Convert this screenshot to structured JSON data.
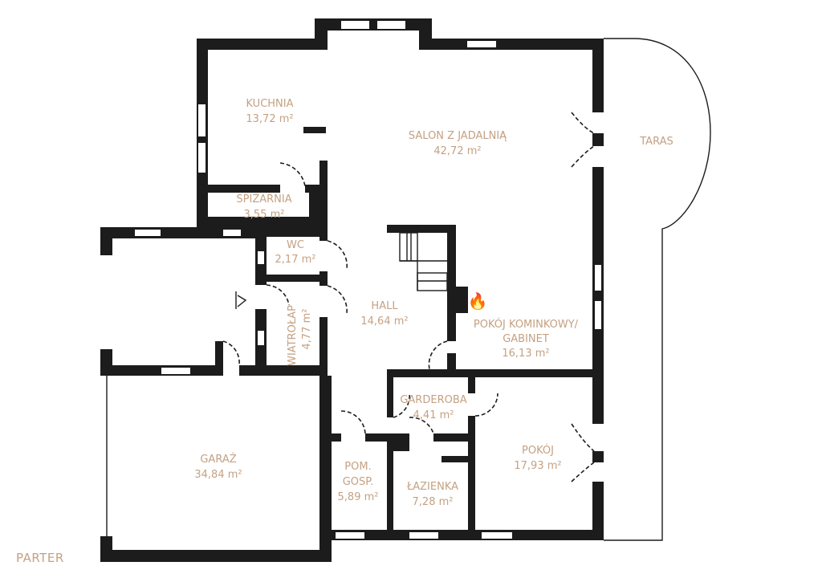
{
  "plan": {
    "title": "PARTER",
    "colors": {
      "walls": "#1c1c1c",
      "labels": "#c4a182"
    },
    "rooms": [
      {
        "name": "KUCHNIA",
        "area": "13,72 m²"
      },
      {
        "name": "SALON Z JADALNIĄ",
        "area": "42,72 m²"
      },
      {
        "name": "TARAS",
        "area": ""
      },
      {
        "name": "SPIŻARNIA",
        "area": "3,55 m²"
      },
      {
        "name": "WC",
        "area": "2,17 m²"
      },
      {
        "name": "WIATROŁAP",
        "area": "4,77 m²"
      },
      {
        "name": "HALL",
        "area": "14,64 m²"
      },
      {
        "name": "POKÓJ KOMINKOWY/",
        "name2": "GABINET",
        "area": "16,13 m²"
      },
      {
        "name": "GARDEROBA",
        "area": "4,41 m²"
      },
      {
        "name": "GARAŻ",
        "area": "34,84 m²"
      },
      {
        "name": "POM.",
        "name2": "GOSP.",
        "area": "5,89 m²"
      },
      {
        "name": "ŁAZIENKA",
        "area": "7,28 m²"
      },
      {
        "name": "POKÓJ",
        "area": "17,93 m²"
      }
    ],
    "icons": [
      "fireplace-icon",
      "entrance-arrow-icon"
    ]
  }
}
